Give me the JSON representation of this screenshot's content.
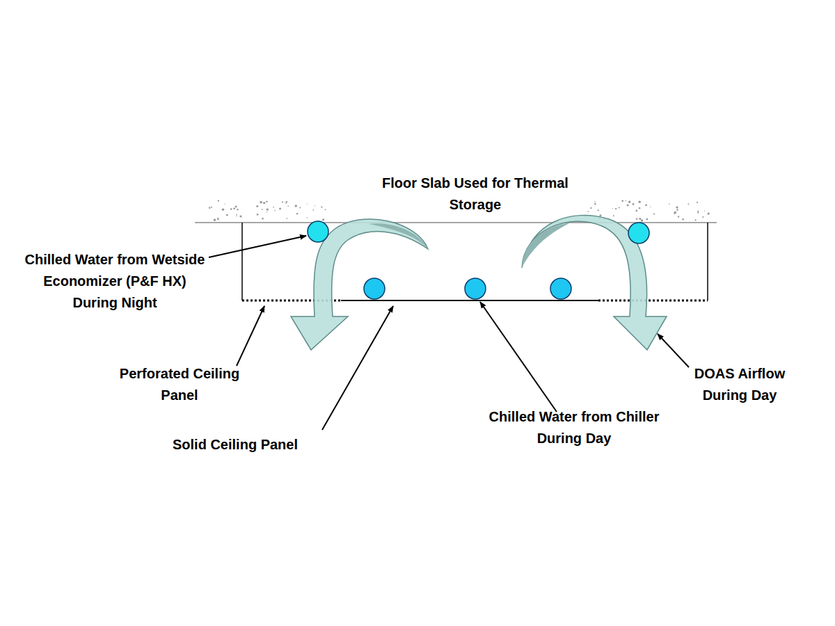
{
  "diagram": {
    "labels": [
      "Floor Slab Used for Thermal Storage",
      "Chilled Water from Wetside Economizer (P&F HX) During Night",
      "Perforated Ceiling Panel",
      "Solid Ceiling Panel",
      "Chilled Water from Chiller During Day",
      "DOAS Airflow During Day"
    ]
  }
}
